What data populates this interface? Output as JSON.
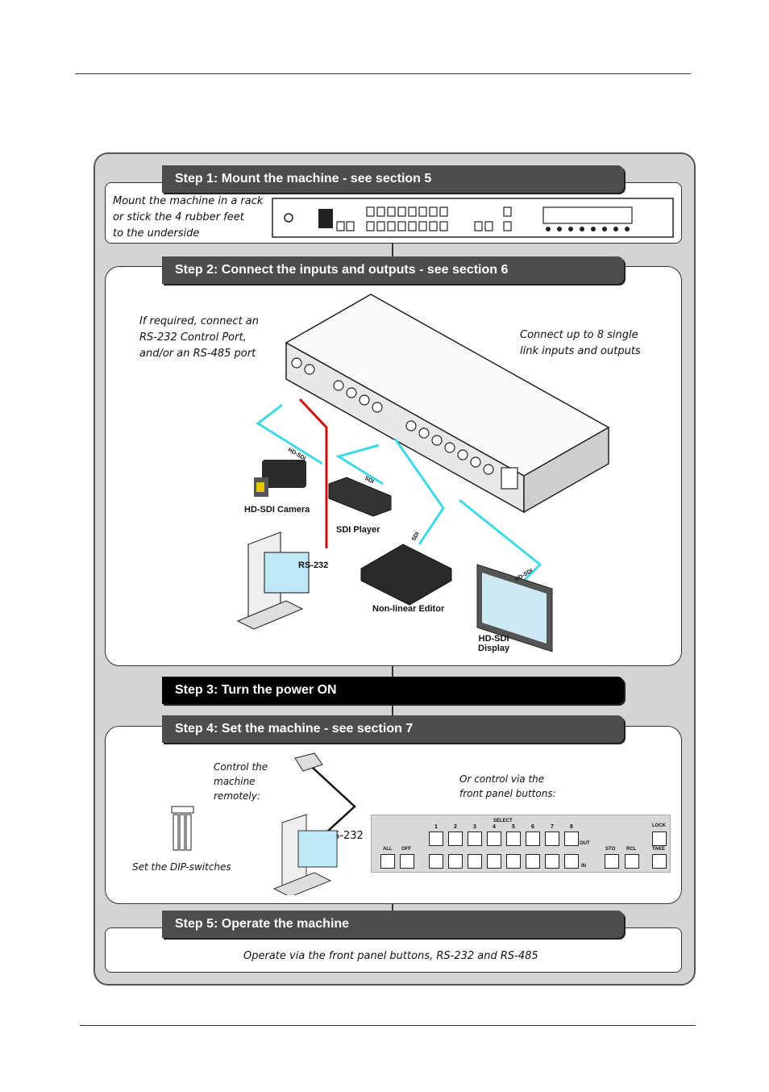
{
  "steps": {
    "step1": {
      "title": "Step 1: Mount the machine - see section 5",
      "note_l1": "Mount the machine in a rack",
      "note_l2": "or stick the 4 rubber feet",
      "note_l3": "to the underside"
    },
    "step2": {
      "title": "Step 2: Connect the inputs and outputs - see section 6",
      "note_left_l1": "If required, connect an",
      "note_left_l2": "RS-232 Control Port,",
      "note_left_l3": "and/or an RS-485 port",
      "note_right_l1": "Connect up to 8 single",
      "note_right_l2": "link inputs and outputs"
    },
    "step3": {
      "title": "Step 3: Turn the power ON"
    },
    "step4": {
      "title": "Step 4: Set the machine - see section 7",
      "note_remote_l1": "Control the",
      "note_remote_l2": "machine",
      "note_remote_l3": "remotely:",
      "note_panel_l1": "Or control via the",
      "note_panel_l2": "front panel buttons:",
      "dip_label": "Set the DIP-switches",
      "rs232": "RS-232"
    },
    "step5": {
      "title": "Step 5: Operate the machine",
      "note": "Operate via the front panel buttons, RS-232 and RS-485"
    }
  },
  "devices": {
    "camera": "HD-SDI Camera",
    "player": "SDI Player",
    "editor": "Non-linear Editor",
    "display_l1": "HD-SDI",
    "display_l2": "Display",
    "rs232": "RS-232",
    "cable_hdsdi": "HD-SDI",
    "cable_sdi": "SDI"
  },
  "front_panel": {
    "numbers": [
      "1",
      "2",
      "3",
      "4",
      "5",
      "6",
      "7",
      "8"
    ],
    "select": "SELECT",
    "out": "OUT",
    "in": "IN",
    "all": "ALL",
    "off": "OFF",
    "sto": "STO",
    "rcl": "RCL",
    "lock": "LOCK",
    "take": "TAKE"
  },
  "colors": {
    "cable_video": "#3fd8e6",
    "cable_serial": "#cc1111",
    "step_bar": "#4d4d4d"
  }
}
